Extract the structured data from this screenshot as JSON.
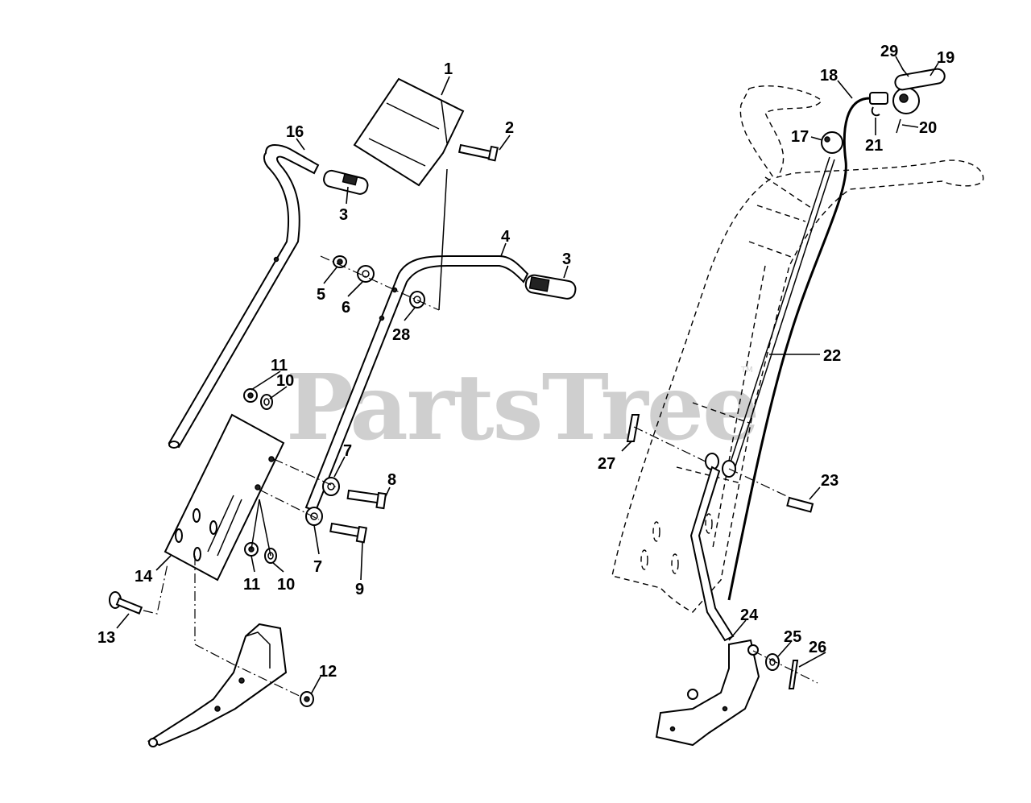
{
  "watermark": "PartsTree",
  "trademark": "TM",
  "callouts": {
    "c1": "1",
    "c2": "2",
    "c3a": "3",
    "c3b": "3",
    "c4": "4",
    "c5": "5",
    "c6": "6",
    "c7a": "7",
    "c7b": "7",
    "c8": "8",
    "c9": "9",
    "c10a": "10",
    "c10b": "10",
    "c11a": "11",
    "c11b": "11",
    "c12": "12",
    "c13": "13",
    "c14": "14",
    "c16": "16",
    "c17": "17",
    "c18": "18",
    "c19": "19",
    "c20": "20",
    "c21": "21",
    "c22": "22",
    "c23": "23",
    "c24": "24",
    "c25": "25",
    "c26": "26",
    "c27": "27",
    "c28": "28",
    "c29": "29"
  }
}
